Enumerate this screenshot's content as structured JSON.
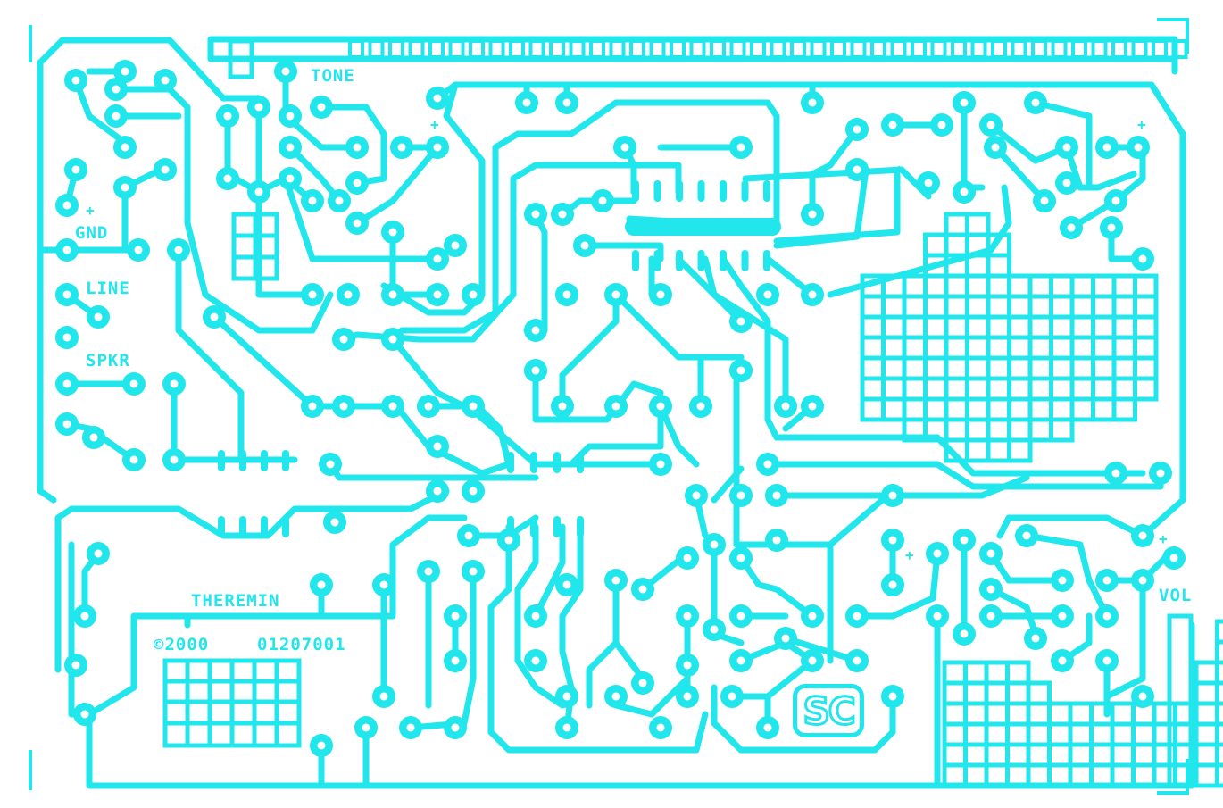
{
  "board": {
    "trace_color": "#21e6ec",
    "background": "#ffffff",
    "labels": {
      "tone": "TONE",
      "gnd": "GND",
      "line": "LINE",
      "spkr": "SPKR",
      "theremin": "THEREMIN",
      "copyright": "©2000",
      "part_number": "01207001",
      "vol": "VOL",
      "logo": "SC"
    },
    "polarity_mark": "+"
  }
}
